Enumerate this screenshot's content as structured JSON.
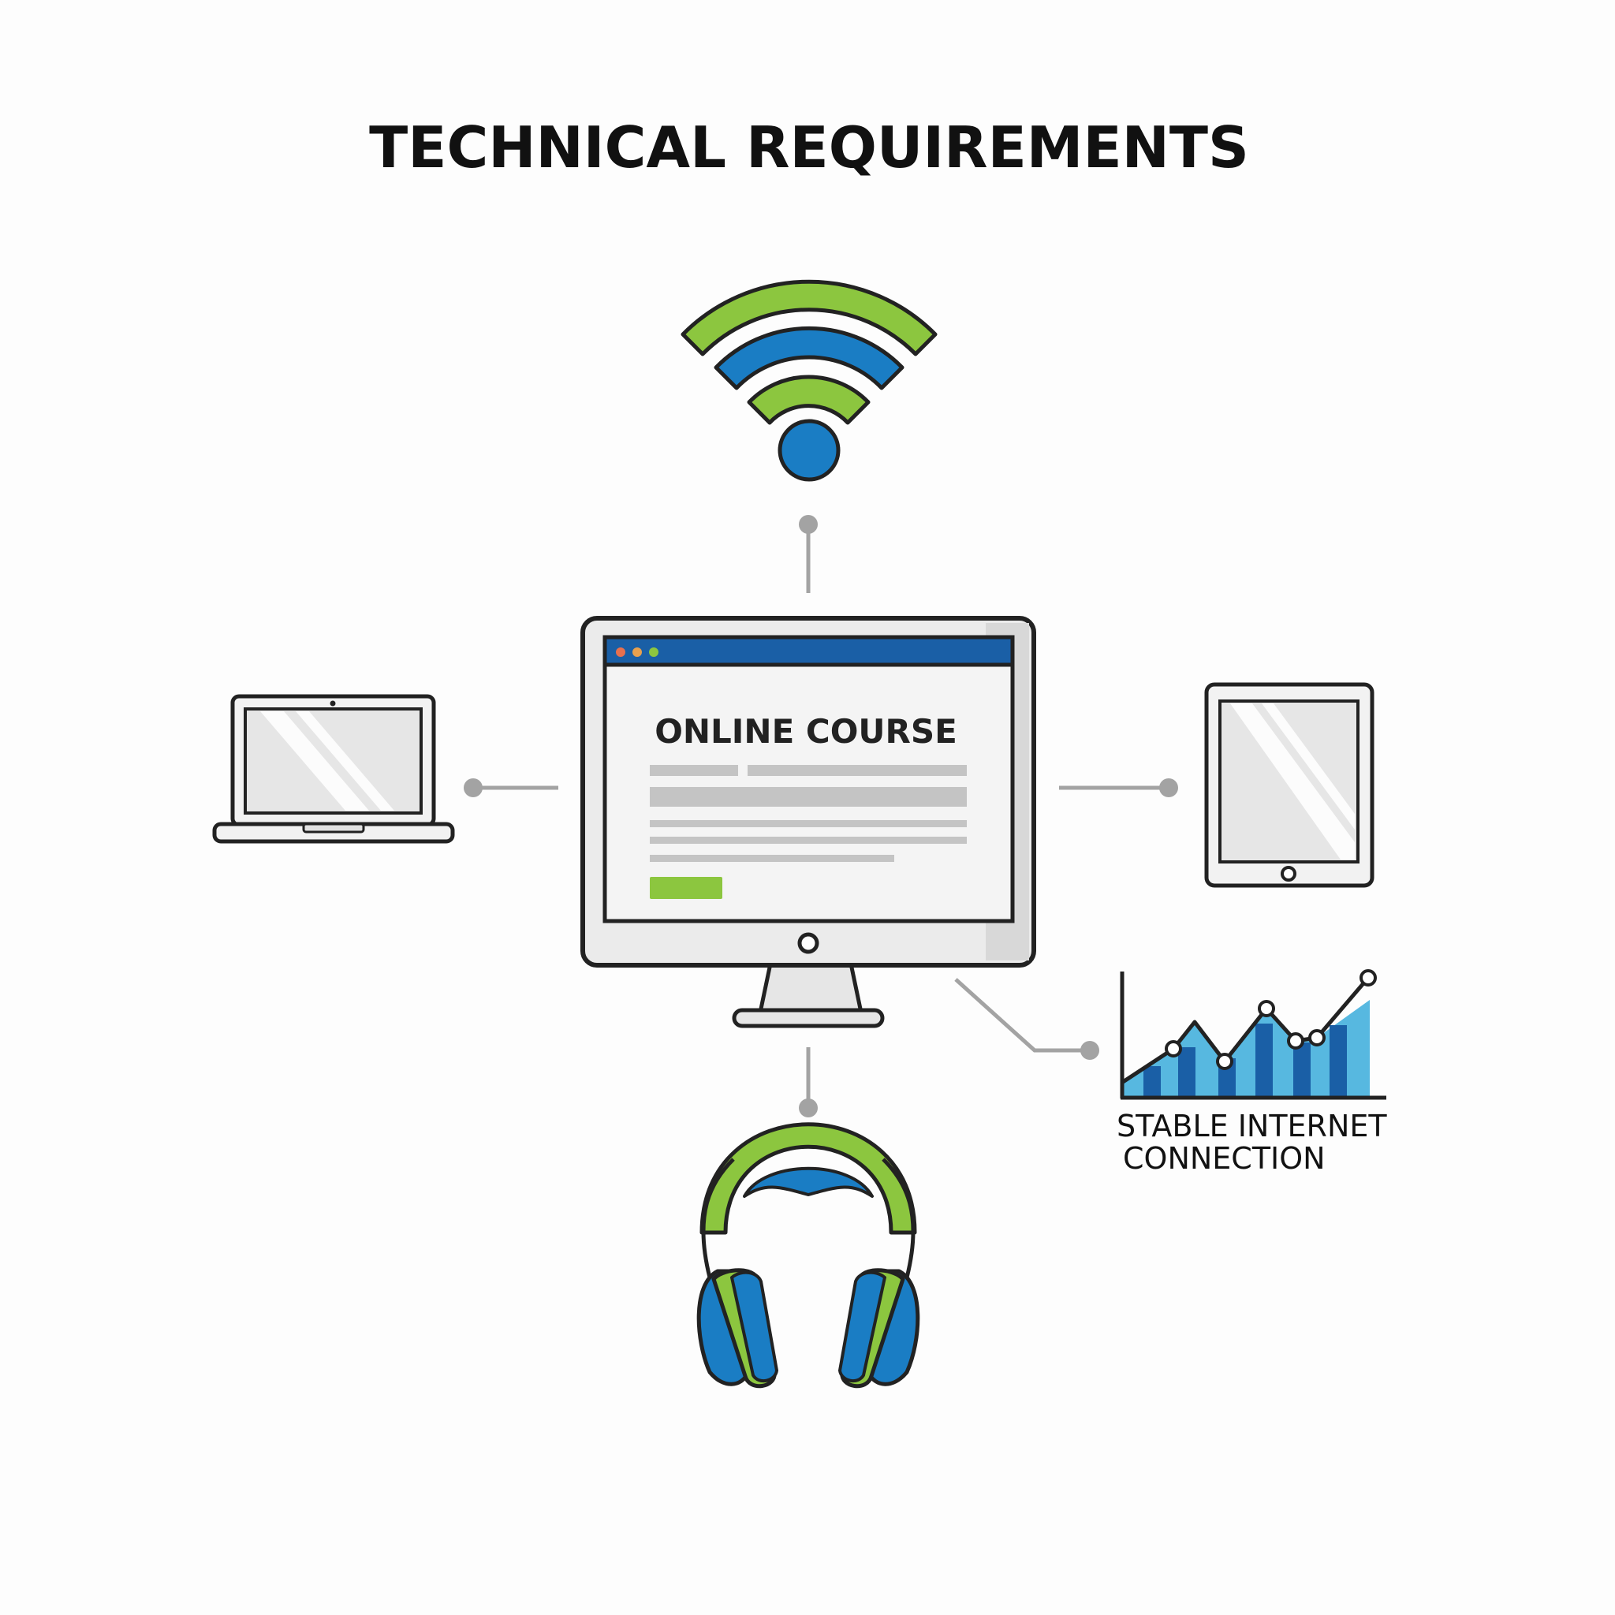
{
  "title": "TECHNICAL REQUIREMENTS",
  "monitor": {
    "screen_heading": "ONLINE COURSE"
  },
  "speed_chart": {
    "label_line1": "STABLE INTERNET",
    "label_line2": "CONNECTION"
  },
  "colors": {
    "green": "#8cc63f",
    "blue": "#1a7dc4",
    "dark_blue": "#1a5fa6",
    "light_blue": "#57b8e0",
    "line_gray": "#a3a3a3",
    "outline": "#222222",
    "device_fill": "#e9e9e9",
    "text_bar": "#c4c4c4"
  },
  "icons": [
    "wifi-icon",
    "monitor-icon",
    "laptop-icon",
    "tablet-icon",
    "headphones-icon",
    "speed-chart-icon"
  ]
}
